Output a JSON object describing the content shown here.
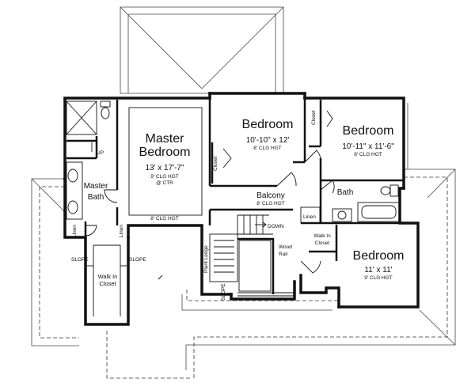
{
  "rooms": {
    "master_bedroom": {
      "name_line1": "Master",
      "name_line2": "Bedroom",
      "size": "13' x 17'-7\"",
      "ceiling": "9' CLG HGT",
      "ceiling_note": "@ CTR",
      "lower_ceiling": "8' CLG HGT"
    },
    "bedroom_2": {
      "name": "Bedroom",
      "size": "10'-10\" x 12'",
      "ceiling": "8' CLG HGT"
    },
    "bedroom_3": {
      "name": "Bedroom",
      "size": "10'-11\" x 11'-6\"",
      "ceiling": "8' CLG HGT"
    },
    "bedroom_4": {
      "name": "Bedroom",
      "size": "11' x 11'",
      "ceiling": "9' CLG HGT"
    },
    "master_bath": {
      "name_line1": "Master",
      "name_line2": "Bath"
    },
    "balcony": {
      "name": "Balcony",
      "ceiling": "8' CLG HGT"
    },
    "bath": {
      "name": "Bath"
    },
    "walk_in_closet_master": {
      "line1": "Walk In",
      "line2": "Closet"
    },
    "walk_in_closet_bed4": {
      "line1": "Walk In",
      "line2": "Closet"
    }
  },
  "labels": {
    "closet": "Closet",
    "linen": "Linen",
    "up": "UP",
    "down": "DOWN",
    "slope": "SLOPE",
    "plant_ledge": "Plant Ledge",
    "wood_rail_1": "Wood",
    "wood_rail_2": "Rail"
  }
}
